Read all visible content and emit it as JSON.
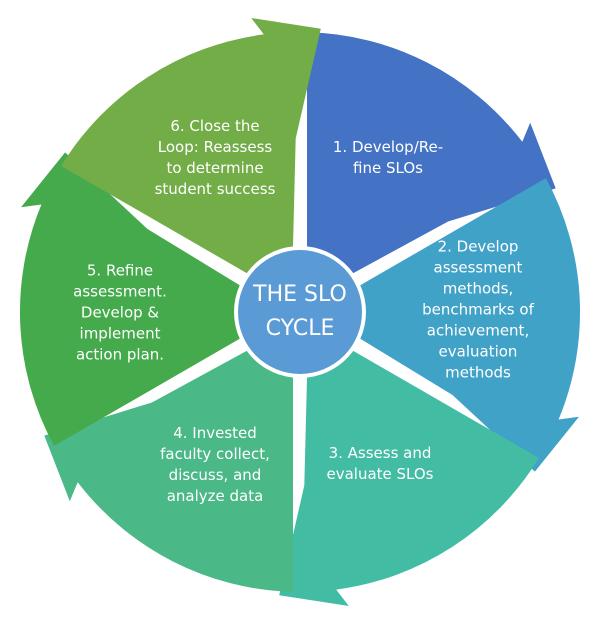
{
  "center": {
    "title": "THE SLO\nCYCLE",
    "color": "#5b9bd5"
  },
  "segments": [
    {
      "label": "1. Develop/Re-\nfine SLOs",
      "color": "#4472c4"
    },
    {
      "label": "2. Develop\nassessment\nmethods,\nbenchmarks of\nachievement,\nevaluation\nmethods",
      "color": "#41a2c8"
    },
    {
      "label": "3. Assess and\nevaluate SLOs",
      "color": "#43bca4"
    },
    {
      "label": "4. Invested\nfaculty collect,\ndiscuss, and\nanalyze data",
      "color": "#4ab887"
    },
    {
      "label": "5. Refine\nassessment.\nDevelop &\nimplement\naction plan.",
      "color": "#45aa4c"
    },
    {
      "label": "6. Close the\nLoop: Reassess\nto determine\nstudent success",
      "color": "#72ad48"
    }
  ]
}
